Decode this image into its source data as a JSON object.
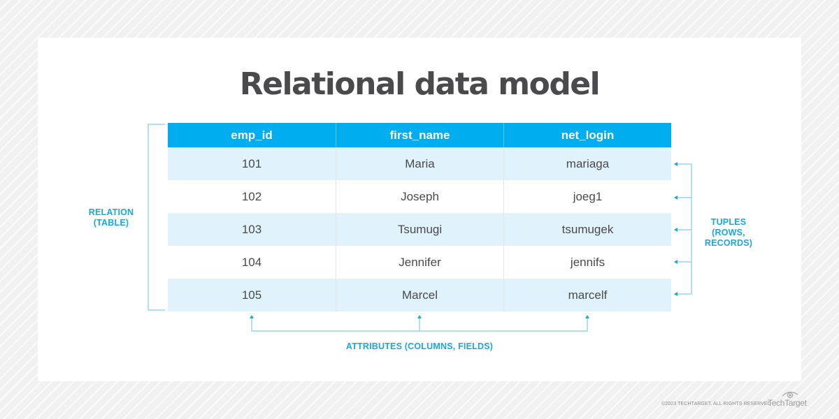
{
  "title": "Relational data model",
  "table": {
    "columns": [
      "emp_id",
      "first_name",
      "net_login"
    ],
    "rows": [
      [
        "101",
        "Maria",
        "mariaga"
      ],
      [
        "102",
        "Joseph",
        "joeg1"
      ],
      [
        "103",
        "Tsumugi",
        "tsumugek"
      ],
      [
        "104",
        "Jennifer",
        "jennifs"
      ],
      [
        "105",
        "Marcel",
        "marcelf"
      ]
    ]
  },
  "annotations": {
    "relation": [
      "RELATION",
      "(TABLE)"
    ],
    "tuples": [
      "TUPLES",
      "(ROWS,",
      "RECORDS)"
    ],
    "attributes": "ATTRIBUTES (COLUMNS, FIELDS)"
  },
  "footer": {
    "copyright": "©2023 TECHTARGET. ALL RIGHTS RESERVED",
    "brand": "TechTarget"
  },
  "colors": {
    "header_bg": "#00aeef",
    "shaded_row": "#e0f2fb",
    "accent_label": "#1aa7e1",
    "title_text": "#4a4a4c"
  }
}
